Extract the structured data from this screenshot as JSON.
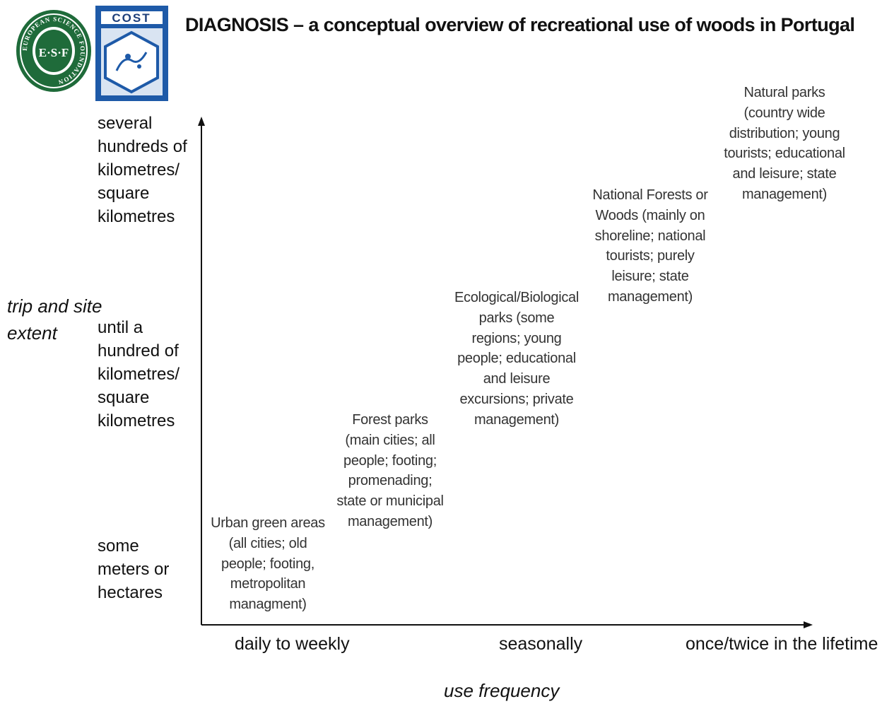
{
  "logos": {
    "esf": {
      "ring_text": "EUROPEAN SCIENCE FOUNDATION",
      "center_text": "E·S·F",
      "color": "#1f6b3a"
    },
    "cost": {
      "text": "COST",
      "color": "#1e5aa8"
    }
  },
  "title": "DIAGNOSIS – a conceptual overview of recreational use of woods in Portugal",
  "y_axis": {
    "name_lines": [
      "trip and site",
      "extent"
    ],
    "levels": [
      {
        "lines": [
          "several",
          "hundreds of",
          "kilometres/",
          "square",
          "kilometres"
        ]
      },
      {
        "lines": [
          "until a",
          "hundred of",
          "kilometres/",
          "square",
          "kilometres"
        ]
      },
      {
        "lines": [
          "some",
          "meters or",
          "hectares"
        ]
      }
    ]
  },
  "x_axis": {
    "name": "use frequency",
    "levels": [
      "daily to weekly",
      "seasonally",
      "once/twice in the lifetime"
    ]
  },
  "categories": [
    {
      "lines": [
        "Urban green areas",
        "(all cities; old",
        "people; footing,",
        "metropolitan",
        "managment)"
      ]
    },
    {
      "lines": [
        "Forest parks",
        "(main cities; all",
        "people; footing;",
        "promenading;",
        "state or municipal",
        "management)"
      ]
    },
    {
      "lines": [
        "Ecological/Biological",
        "parks (some",
        "regions; young",
        "people; educational",
        "and  leisure",
        "excursions; private",
        "management)"
      ]
    },
    {
      "lines": [
        "National Forests or",
        "Woods (mainly on",
        "shoreline; national",
        "tourists; purely",
        "leisure; state",
        "management)"
      ]
    },
    {
      "lines": [
        "Natural parks",
        "(country wide",
        "distribution; young",
        "tourists; educational",
        "and  leisure; state",
        "management)"
      ]
    }
  ]
}
